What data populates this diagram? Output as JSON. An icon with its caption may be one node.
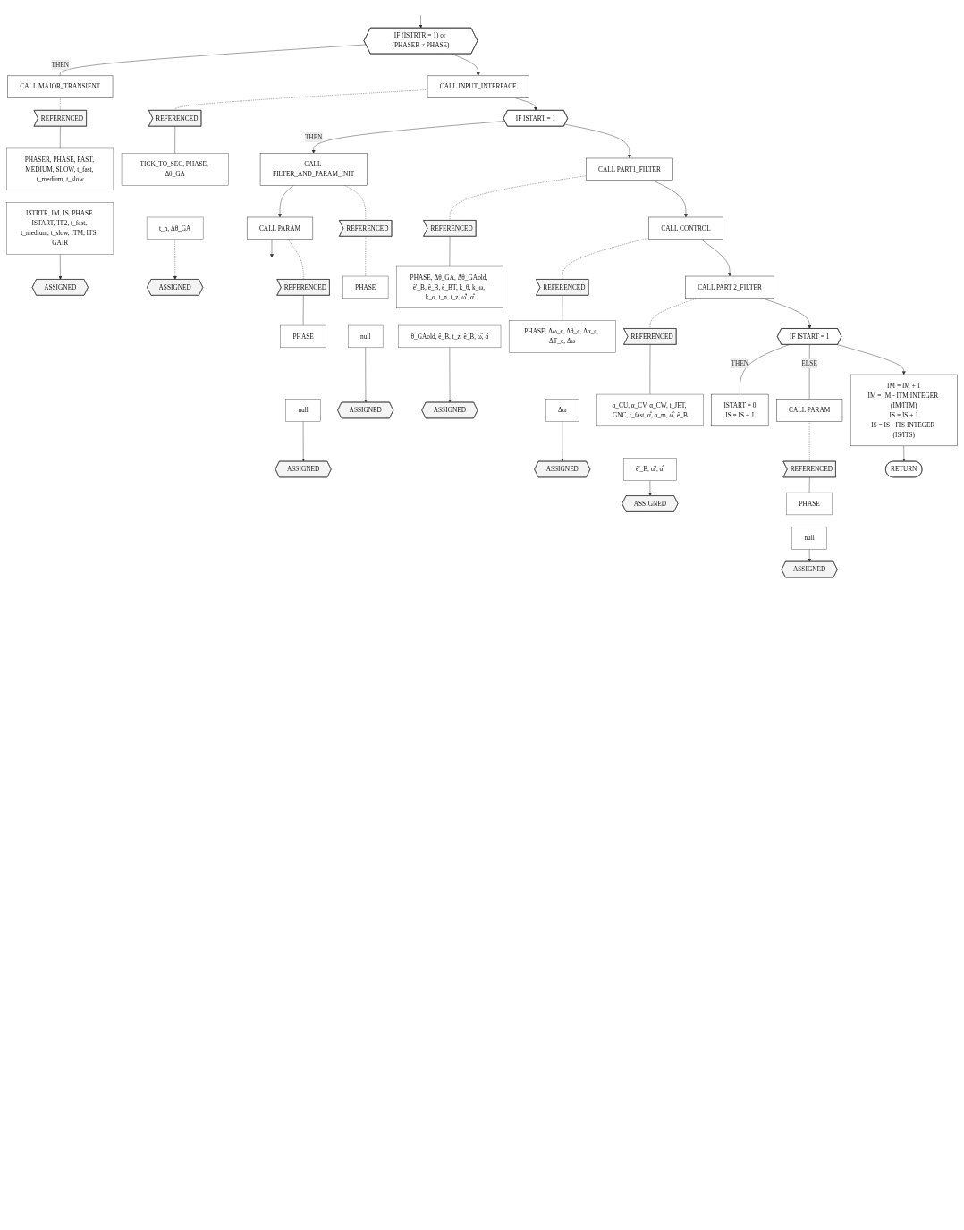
{
  "diagram": {
    "nodes": [
      {
        "text": [
          "IF (ISTRTR = 1) or (PHASER ≠ PHASE)"
        ]
      },
      {
        "text": [
          "CALL MAJOR_TRANSIENT"
        ]
      },
      {
        "text": [
          "REFERENCED"
        ]
      },
      {
        "text": [
          "PHASER, PHASE, FAST, MEDIUM, SLOW, t_fast, t_medium, t_slow"
        ]
      },
      {
        "text": [
          "ASSIGNED"
        ]
      },
      {
        "text": [
          "ISTRTR, IM, IS, PHASE ISTART, TF2, t_fast, t_medium, t_slow, ITM, ITS, GAIR"
        ]
      },
      {
        "text": [
          "CALL INPUT_INTERFACE"
        ]
      },
      {
        "text": [
          "REFERENCED"
        ]
      },
      {
        "text": [
          "TICK_TO_SEC, PHASE, Δθ_GA"
        ]
      },
      {
        "text": [
          "ASSIGNED"
        ]
      },
      {
        "text": [
          "t_n, Δθ_GA"
        ]
      },
      {
        "text": [
          "IF ISTART = 1"
        ]
      },
      {
        "text": [
          "CALL FILTER_AND_PARAM_INIT"
        ]
      },
      {
        "text": [
          "CALL PARAM"
        ]
      },
      {
        "text": [
          "REFERENCED"
        ]
      },
      {
        "text": [
          "PHASE"
        ]
      },
      {
        "text": [
          "ASSIGNED"
        ]
      },
      {
        "text": [
          "null"
        ]
      },
      {
        "text": [
          "REFERENCED"
        ]
      },
      {
        "text": [
          "PHASE"
        ]
      },
      {
        "text": [
          "ASSIGNED"
        ]
      },
      {
        "text": [
          "null"
        ]
      },
      {
        "text": [
          "CALL PART1_FILTER"
        ]
      },
      {
        "text": [
          "REFERENCED"
        ]
      },
      {
        "text": [
          "PHASE, Δθ_GA, Δθ_GAold, ê'_B, ê_B, ê_BT, k_θ, k_ω, k_α, t_n, t_z, ω̂', α̂"
        ]
      },
      {
        "text": [
          "ASSIGNED"
        ]
      },
      {
        "text": [
          "θ_GAold, ê_B, t_z, ê_B, ω̂, α̂"
        ]
      },
      {
        "text": [
          "CALL CONTROL"
        ]
      },
      {
        "text": [
          "REFERENCED"
        ]
      },
      {
        "text": [
          "PHASE, Δω_c, Δθ_c, Δα_c, ΔT_c, Δω"
        ]
      },
      {
        "text": [
          "ASSIGNED"
        ]
      },
      {
        "text": [
          "Δω"
        ]
      },
      {
        "text": [
          "CALL PART 2_FILTER"
        ]
      },
      {
        "text": [
          "REFERENCED"
        ]
      },
      {
        "text": [
          "α_CU, α_CV, α_CW, t_JET, GNC, t_fast, α̂, α_m, ω̂, ê_B"
        ]
      },
      {
        "text": [
          "ASSIGNED"
        ]
      },
      {
        "text": [
          "ê'_B, ω̂', α̂'"
        ]
      },
      {
        "text": [
          "IF ISTART = 1"
        ]
      },
      {
        "text": [
          "ISTART = 0",
          "IS = IS + 1"
        ]
      },
      {
        "text": [
          "CALL PARAM"
        ]
      },
      {
        "text": [
          "REFERENCED"
        ]
      },
      {
        "text": [
          "PHASE"
        ]
      },
      {
        "text": [
          "ASSIGNED"
        ]
      },
      {
        "text": [
          "null"
        ]
      },
      {
        "text": [
          "IM = IM + 1",
          "IM = IM - ITM INTEGER (IM/ITM)",
          "IS = IS + 1",
          "IS = IS - ITS INTEGER (IS/ITS)"
        ]
      },
      {
        "text": [
          "RETURN"
        ]
      }
    ],
    "edges": [
      {
        "from": null,
        "to": 0,
        "arrow": "to"
      },
      {
        "from": 0,
        "to": 1,
        "arrow": "none",
        "label": "THEN"
      },
      {
        "from": 1,
        "to": 2,
        "arrow": "none",
        "style": "dashed"
      },
      {
        "from": 2,
        "to": 3,
        "arrow": "none"
      },
      {
        "from": 5,
        "to": 4,
        "arrow": "to"
      },
      {
        "from": 0,
        "to": 6,
        "arrow": "to"
      },
      {
        "from": 6,
        "to": 7,
        "arrow": "none",
        "style": "dashed"
      },
      {
        "from": 7,
        "to": 8,
        "arrow": "none"
      },
      {
        "from": 10,
        "to": 9,
        "arrow": "to",
        "style": "dashed"
      },
      {
        "from": 6,
        "to": 11,
        "arrow": "to"
      },
      {
        "from": 11,
        "to": 12,
        "arrow": "to",
        "label": "THEN"
      },
      {
        "from": 12,
        "to": 13,
        "arrow": "to"
      },
      {
        "from": 13,
        "to": null,
        "arrow": "to"
      },
      {
        "from": 12,
        "to": 14,
        "arrow": "none",
        "style": "dashed"
      },
      {
        "from": 14,
        "to": 15,
        "arrow": "none",
        "style": "dashed"
      },
      {
        "from": 17,
        "to": 16,
        "arrow": "to"
      },
      {
        "from": 13,
        "to": 18,
        "arrow": "none",
        "style": "dashed"
      },
      {
        "from": 18,
        "to": 19,
        "arrow": "none"
      },
      {
        "from": 21,
        "to": 20,
        "arrow": "to"
      },
      {
        "from": 11,
        "to": 22,
        "arrow": "to"
      },
      {
        "from": 22,
        "to": 23,
        "arrow": "none",
        "style": "dashed"
      },
      {
        "from": 23,
        "to": 24,
        "arrow": "none"
      },
      {
        "from": 26,
        "to": 25,
        "arrow": "to"
      },
      {
        "from": 22,
        "to": 27,
        "arrow": "to"
      },
      {
        "from": 27,
        "to": 28,
        "arrow": "none",
        "style": "dashed"
      },
      {
        "from": 28,
        "to": 29,
        "arrow": "none"
      },
      {
        "from": 31,
        "to": 30,
        "arrow": "to"
      },
      {
        "from": 27,
        "to": 32,
        "arrow": "to"
      },
      {
        "from": 32,
        "to": 33,
        "arrow": "none",
        "style": "dashed"
      },
      {
        "from": 33,
        "to": 34,
        "arrow": "none"
      },
      {
        "from": 36,
        "to": 35,
        "arrow": "to"
      },
      {
        "from": 32,
        "to": 37,
        "arrow": "to"
      },
      {
        "from": 37,
        "to": 38,
        "arrow": "none",
        "label": "THEN"
      },
      {
        "from": 37,
        "to": 39,
        "arrow": "none",
        "label": "ELSE"
      },
      {
        "from": 39,
        "to": 40,
        "arrow": "none",
        "style": "dashed"
      },
      {
        "from": 40,
        "to": 41,
        "arrow": "none"
      },
      {
        "from": 43,
        "to": 42,
        "arrow": "to"
      },
      {
        "from": 37,
        "to": 44,
        "arrow": "to"
      },
      {
        "from": 44,
        "to": 45,
        "arrow": "to"
      }
    ]
  }
}
